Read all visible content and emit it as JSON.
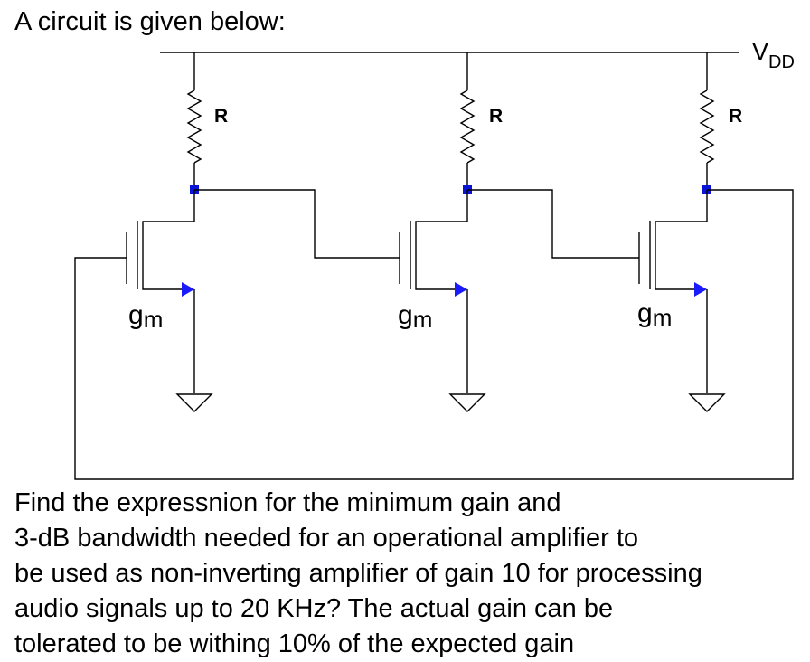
{
  "intro": "A circuit is given below:",
  "circuit": {
    "supply_label": "V",
    "supply_subscript": "DD",
    "resistor_label": "R",
    "transistor_label": "g",
    "transistor_subscript": "m",
    "node_color": "#0a14d6",
    "arrow_color": "#1a1aff"
  },
  "question": {
    "lines": [
      "Find the expressnion for the minimum gain and",
      "3-dB bandwidth needed for an operational amplifier to",
      "be used as non-inverting amplifier of gain 10 for processing",
      "audio signals up to 20 KHz? The actual gain can be",
      "tolerated to be withing 10% of the expected gain"
    ]
  }
}
